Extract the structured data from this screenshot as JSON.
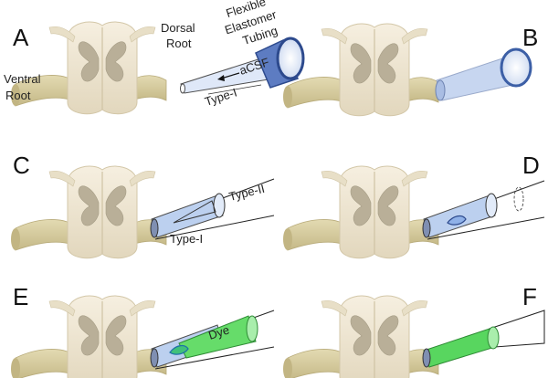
{
  "panels": [
    {
      "id": "A",
      "label": "A"
    },
    {
      "id": "B",
      "label": "B"
    },
    {
      "id": "C",
      "label": "C"
    },
    {
      "id": "D",
      "label": "D"
    },
    {
      "id": "E",
      "label": "E"
    },
    {
      "id": "F",
      "label": "F"
    }
  ],
  "annotations": {
    "dorsal_root_1": "Dorsal",
    "dorsal_root_2": "Root",
    "ventral_root_1": "Ventral",
    "ventral_root_2": "Root",
    "tubing_1": "Flexible",
    "tubing_2": "Elastomer",
    "tubing_3": "Tubing",
    "acsf": "aCSF",
    "type1_a": "Type-I",
    "type1_c": "Type-I",
    "type2_c": "Type-II",
    "dye": "Dye"
  },
  "colors": {
    "cord_fill": "#efe6d2",
    "cord_stroke": "#d8ccb0",
    "grey_matter": "#b7ad95",
    "root_fill": "#d7cda0",
    "tube_blue": "#b8cbea",
    "tube_stroke": "#5e76a8",
    "tubing_blue": "#3c5fa6",
    "dye_green": "#56d65c",
    "root_dark": "#3b3b3b"
  }
}
